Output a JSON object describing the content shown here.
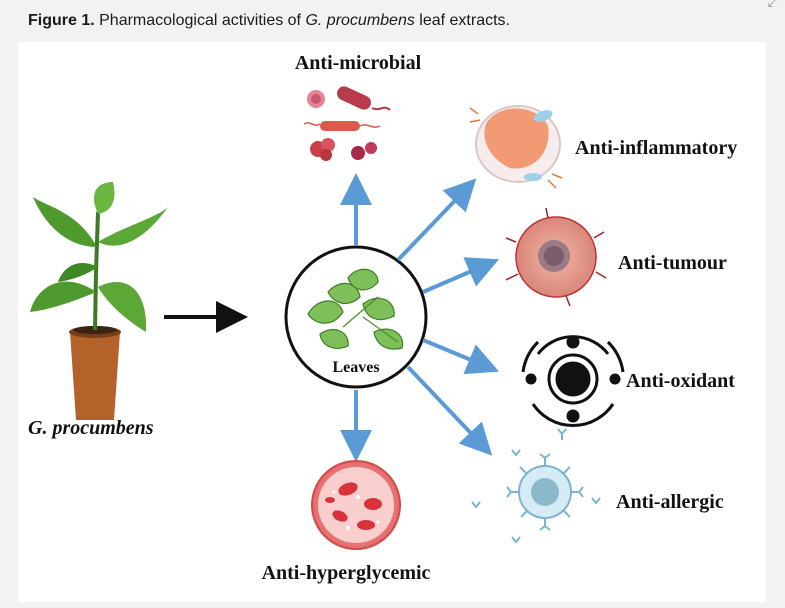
{
  "caption": {
    "label": "Figure 1.",
    "text_before": " Pharmacological activities of ",
    "species": "G. procumbens",
    "text_after": " leaf extracts."
  },
  "corner_glyph": "⤢",
  "diagram": {
    "plant_label": "G. procumbens",
    "center_label": "Leaves",
    "activities": [
      {
        "label": "Anti-microbial"
      },
      {
        "label": "Anti-inflammatory"
      },
      {
        "label": "Anti-tumour"
      },
      {
        "label": "Anti-oxidant"
      },
      {
        "label": "Anti-allergic"
      },
      {
        "label": "Anti-hyperglycemic"
      }
    ]
  },
  "colors": {
    "arrow_blue": "#5b9bd5",
    "leaf_green": "#4e9a2f",
    "pot_brown": "#b5622a"
  }
}
